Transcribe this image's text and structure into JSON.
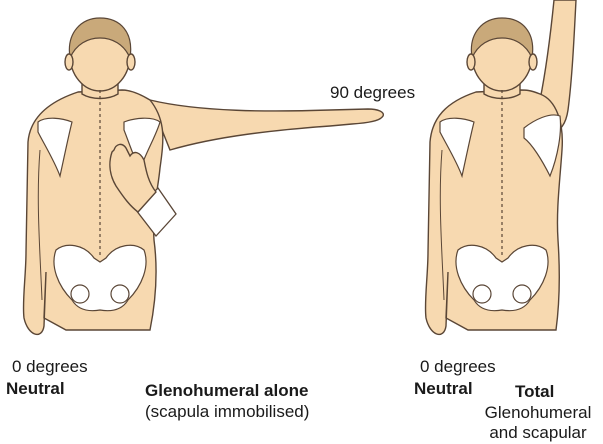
{
  "colors": {
    "skin": "#f7d9b0",
    "skin_outline": "#5a4636",
    "hair": "#c9a97a",
    "bone": "#ffffff",
    "sleeve": "#ffffff",
    "text": "#1a1a1a"
  },
  "icons": {
    "hand": "examiner-hand-icon",
    "scapula": "scapula-bone-icon",
    "pelvis": "pelvis-bone-icon"
  },
  "labels": {
    "angle_raised": "90 degrees",
    "left_angle": "0 degrees",
    "left_position": "Neutral",
    "middle_title": "Glenohumeral alone",
    "middle_subtitle": "(scapula immobilised)",
    "right_angle": "0 degrees",
    "right_position": "Neutral",
    "right_title": "Total",
    "right_sub1": "Glenohumeral",
    "right_sub2": "and scapular"
  }
}
